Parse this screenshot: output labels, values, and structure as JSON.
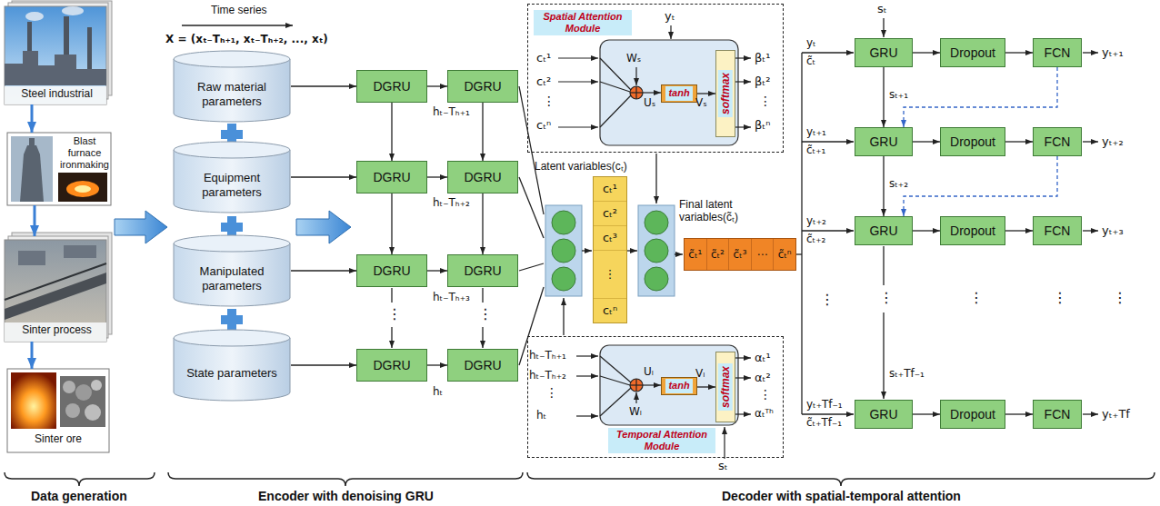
{
  "diagram": {
    "nodes": [
      {
        "text": [
          "Steel industrial"
        ]
      },
      {
        "text": [
          "Blast furnace ironmaking"
        ]
      },
      {
        "text": [
          "Sinter process"
        ]
      },
      {
        "text": [
          "Sinter ore"
        ]
      },
      {
        "text": [
          "Raw material parameters"
        ]
      },
      {
        "text": [
          "Equipment parameters"
        ]
      },
      {
        "text": [
          "Manipulated parameters"
        ]
      },
      {
        "text": [
          "State parameters"
        ]
      },
      {
        "text": [
          "DGRU"
        ]
      },
      {
        "text": [
          "DGRU"
        ]
      },
      {
        "text": [
          "DGRU"
        ]
      },
      {
        "text": [
          "DGRU"
        ]
      },
      {
        "text": [
          "DGRU"
        ]
      },
      {
        "text": [
          "DGRU"
        ]
      },
      {
        "text": [
          "DGRU"
        ]
      },
      {
        "text": [
          "DGRU"
        ]
      },
      {
        "text": [
          "Spatial Attention Module"
        ]
      },
      {
        "text": [
          "tanh"
        ],
        "in": 16
      },
      {
        "text": [
          "softmax"
        ],
        "in": 16
      },
      {
        "text": [
          "cₜ¹",
          "cₜ²",
          "cₜ³",
          "⋮",
          "cₜⁿ"
        ]
      },
      {
        "text": [
          "c̃ₜ¹",
          "c̃ₜ²",
          "c̃ₜ³",
          "⋯",
          "c̃ₜⁿ"
        ]
      },
      {
        "text": [
          "Temporal Attention Module"
        ]
      },
      {
        "text": [
          "tanh"
        ],
        "in": 21
      },
      {
        "text": [
          "softmax"
        ],
        "in": 21
      },
      {
        "text": [
          "GRU"
        ]
      },
      {
        "text": [
          "Dropout"
        ]
      },
      {
        "text": [
          "FCN"
        ]
      },
      {
        "text": [
          "GRU"
        ]
      },
      {
        "text": [
          "Dropout"
        ]
      },
      {
        "text": [
          "FCN"
        ]
      },
      {
        "text": [
          "GRU"
        ]
      },
      {
        "text": [
          "Dropout"
        ]
      },
      {
        "text": [
          "FCN"
        ]
      },
      {
        "text": [
          "GRU"
        ]
      },
      {
        "text": [
          "Dropout"
        ]
      },
      {
        "text": [
          "FCN"
        ]
      }
    ],
    "edges": [
      {
        "from": 0,
        "to": 1,
        "arrow": "to"
      },
      {
        "from": 1,
        "to": 2,
        "arrow": "to"
      },
      {
        "from": 2,
        "to": 3,
        "arrow": "to"
      },
      {
        "from": 4,
        "to": 8,
        "arrow": "to"
      },
      {
        "from": 5,
        "to": 10,
        "arrow": "to"
      },
      {
        "from": 6,
        "to": 12,
        "arrow": "to"
      },
      {
        "from": 7,
        "to": 14,
        "arrow": "to"
      },
      {
        "from": 8,
        "to": 9,
        "arrow": "to"
      },
      {
        "from": 10,
        "to": 11,
        "arrow": "to"
      },
      {
        "from": 12,
        "to": 13,
        "arrow": "to"
      },
      {
        "from": 14,
        "to": 15,
        "arrow": "to"
      },
      {
        "from": 8,
        "to": 10,
        "arrow": "to"
      },
      {
        "from": 9,
        "to": 11,
        "arrow": "to"
      },
      {
        "from": 10,
        "to": 12,
        "arrow": "to"
      },
      {
        "from": 11,
        "to": 13,
        "arrow": "to"
      },
      {
        "from": 17,
        "to": 18,
        "arrow": "to"
      },
      {
        "from": 22,
        "to": 23,
        "arrow": "to"
      },
      {
        "from": 24,
        "to": 25,
        "arrow": "to"
      },
      {
        "from": 25,
        "to": 26,
        "arrow": "to"
      },
      {
        "from": 27,
        "to": 28,
        "arrow": "to"
      },
      {
        "from": 28,
        "to": 29,
        "arrow": "to"
      },
      {
        "from": 30,
        "to": 31,
        "arrow": "to"
      },
      {
        "from": 31,
        "to": 32,
        "arrow": "to"
      },
      {
        "from": 33,
        "to": 34,
        "arrow": "to"
      },
      {
        "from": 34,
        "to": 35,
        "arrow": "to"
      },
      {
        "from": 24,
        "to": 27,
        "label": "sₜ₊₁",
        "arrow": "to"
      },
      {
        "from": 27,
        "to": 30,
        "label": "sₜ₊₂",
        "arrow": "to"
      },
      {
        "from": 26,
        "to": 27,
        "arrow": "to"
      },
      {
        "from": 29,
        "to": 30,
        "arrow": "to"
      }
    ],
    "labels": [
      "Time series",
      "X = (xₜ₋Tₕ₊₁, xₜ₋Tₕ₊₂, ..., xₜ)",
      "hₜ₋Tₕ₊₁",
      "hₜ₋Tₕ₊₂",
      "hₜ₋Tₕ₊₃",
      "⋮",
      "⋮",
      "hₜ",
      "yₜ",
      "cₜ¹",
      "cₜ²",
      "⋮",
      "cₜⁿ",
      "Wₛ",
      "Uₛ",
      "Vₛ",
      "βₜ¹",
      "βₜ²",
      "⋮",
      "βₜⁿ",
      "Latent variables(cₜ)",
      "Final latent variables(c̃ₜ)",
      "hₜ₋Tₕ₊₁",
      "hₜ₋Tₕ₊₂",
      "⋮",
      "hₜ",
      "Uₗ",
      "Wₗ",
      "Vₗ",
      "αₜ¹",
      "αₜ²",
      "⋮",
      "αₜᵀʰ",
      "sₜ",
      "sₜ",
      "yₜ",
      "c̃ₜ",
      "yₜ₊₁",
      "c̃ₜ₊₁",
      "yₜ₊₂",
      "c̃ₜ₊₂",
      "yₜ₊Tf₋₁",
      "c̃ₜ₊Tf₋₁",
      "yₜ₊₁",
      "yₜ₊₂",
      "yₜ₊₃",
      "yₜ₊Tf",
      "⋮",
      "⋮",
      "⋮",
      "⋮",
      "⋮",
      "sₜ₊Tf₋₁",
      "Data generation",
      "Encoder with denoising GRU",
      "Decoder with spatial-temporal attention"
    ]
  }
}
